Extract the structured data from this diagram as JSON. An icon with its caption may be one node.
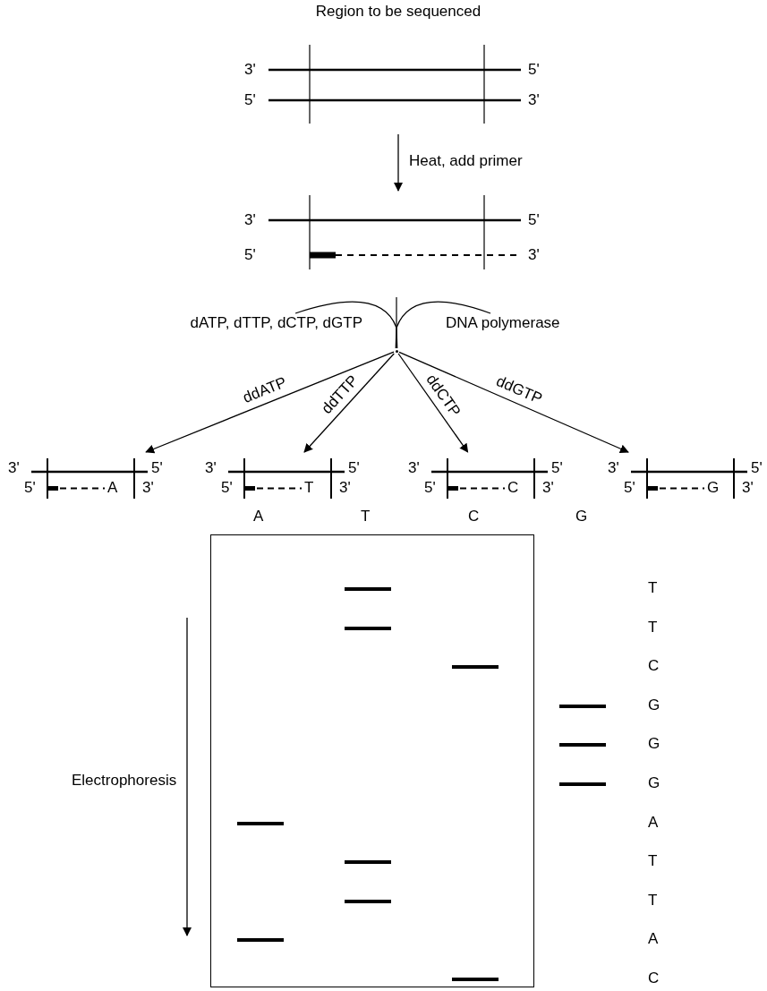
{
  "diagram": {
    "nodes": [
      {
        "text": [
          "Region to be sequenced",
          "3'",
          "5'",
          "5'",
          "3'"
        ]
      },
      {
        "text": [
          "3'",
          "5'",
          "5'",
          "3'"
        ]
      },
      {
        "text": [
          "dATP, dTTP, dCTP, dGTP"
        ]
      },
      {
        "text": [
          "DNA polymerase"
        ]
      },
      {
        "text": [],
        "shape": "point"
      },
      {
        "text": [
          "3'",
          "5'",
          "5'",
          "A",
          "3'"
        ]
      },
      {
        "text": [
          "3'",
          "5'",
          "5'",
          "T",
          "3'"
        ]
      },
      {
        "text": [
          "3'",
          "5'",
          "5'",
          "C",
          "3'"
        ]
      },
      {
        "text": [
          "3'",
          "5'",
          "5'",
          "G",
          "3'"
        ]
      },
      {
        "text": [
          "A",
          "T",
          "C",
          "G"
        ]
      }
    ],
    "edges": [
      {
        "from": 0,
        "to": 1,
        "arrow": "to",
        "label": "Heat, add primer"
      },
      {
        "from": 2,
        "to": 4,
        "arrow": "none"
      },
      {
        "from": 3,
        "to": 4,
        "arrow": "none"
      },
      {
        "from": 4,
        "to": 5,
        "arrow": "to",
        "label": "ddATP"
      },
      {
        "from": 4,
        "to": 6,
        "arrow": "to",
        "label": "ddTTP"
      },
      {
        "from": 4,
        "to": 7,
        "arrow": "to",
        "label": "ddCTP"
      },
      {
        "from": 4,
        "to": 8,
        "arrow": "to",
        "label": "ddGTP"
      }
    ],
    "labels": [
      "Electrophoresis",
      "T",
      "T",
      "C",
      "G",
      "G",
      "G",
      "A",
      "T",
      "T",
      "A",
      "C"
    ]
  }
}
